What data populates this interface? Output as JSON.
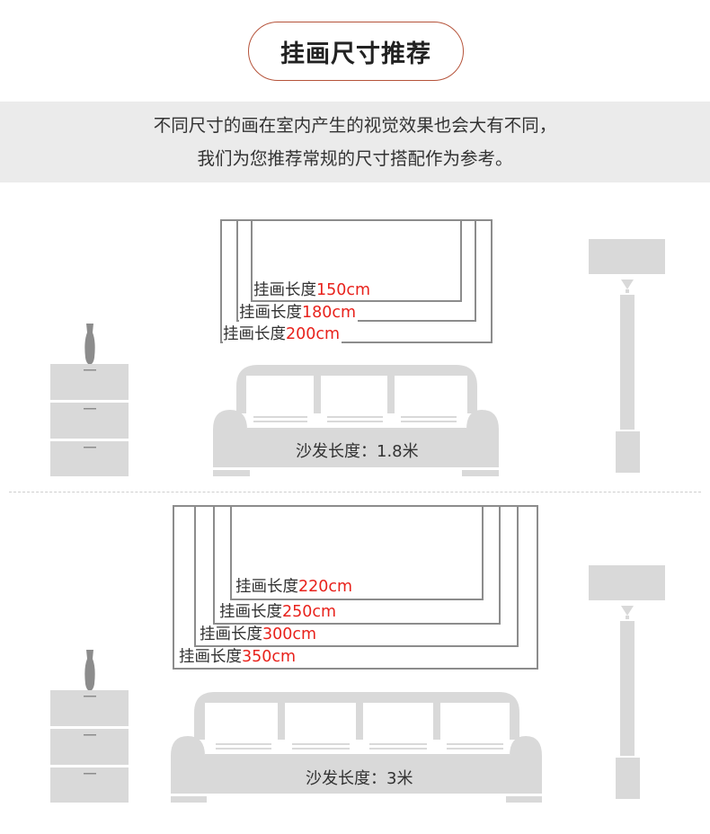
{
  "header": {
    "title": "挂画尺寸推荐"
  },
  "intro": {
    "line1": "不同尺寸的画在室内产生的视觉效果也会大有不同，",
    "line2": "我们为您推荐常规的尺寸搭配作为参考。"
  },
  "scene1": {
    "sofa_label": "沙发长度：1.8米",
    "frames": [
      {
        "label": "挂画长度",
        "size": "150cm"
      },
      {
        "label": "挂画长度",
        "size": "180cm"
      },
      {
        "label": "挂画长度",
        "size": "200cm"
      }
    ]
  },
  "scene2": {
    "sofa_label": "沙发长度：3米",
    "frames": [
      {
        "label": "挂画长度",
        "size": "220cm"
      },
      {
        "label": "挂画长度",
        "size": "250cm"
      },
      {
        "label": "挂画长度",
        "size": "300cm"
      },
      {
        "label": "挂画长度",
        "size": "350cm"
      }
    ]
  },
  "colors": {
    "accent_border": "#b5533a",
    "size_text": "#e8221c",
    "furniture": "#d9d9d9",
    "frame_line": "#8c8c8c"
  }
}
